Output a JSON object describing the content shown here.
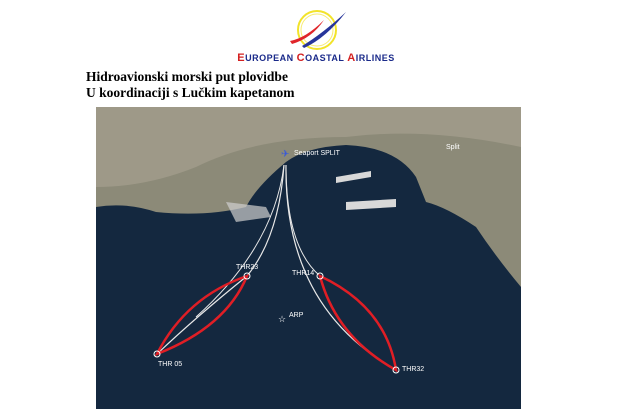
{
  "header": {
    "airline_parts": [
      {
        "cap": "E",
        "rest": "UROPEAN "
      },
      {
        "cap": "C",
        "rest": "OASTAL "
      },
      {
        "cap": "A",
        "rest": "IRLINES"
      }
    ],
    "title_line1": "Hidroavionski morski put plovidbe",
    "title_line2": "U koordinaciji s Lučkim kapetanom"
  },
  "map": {
    "labels": {
      "seaport": "Seaport SPLIT",
      "city": "Split",
      "thr23": "THR23",
      "thr14": "THR14",
      "thr05": "THR 05",
      "thr32": "THR32",
      "arp": "ARP"
    },
    "colors": {
      "sea": "#14283f",
      "route": "#e01e25",
      "path": "#e8e8e8"
    }
  }
}
